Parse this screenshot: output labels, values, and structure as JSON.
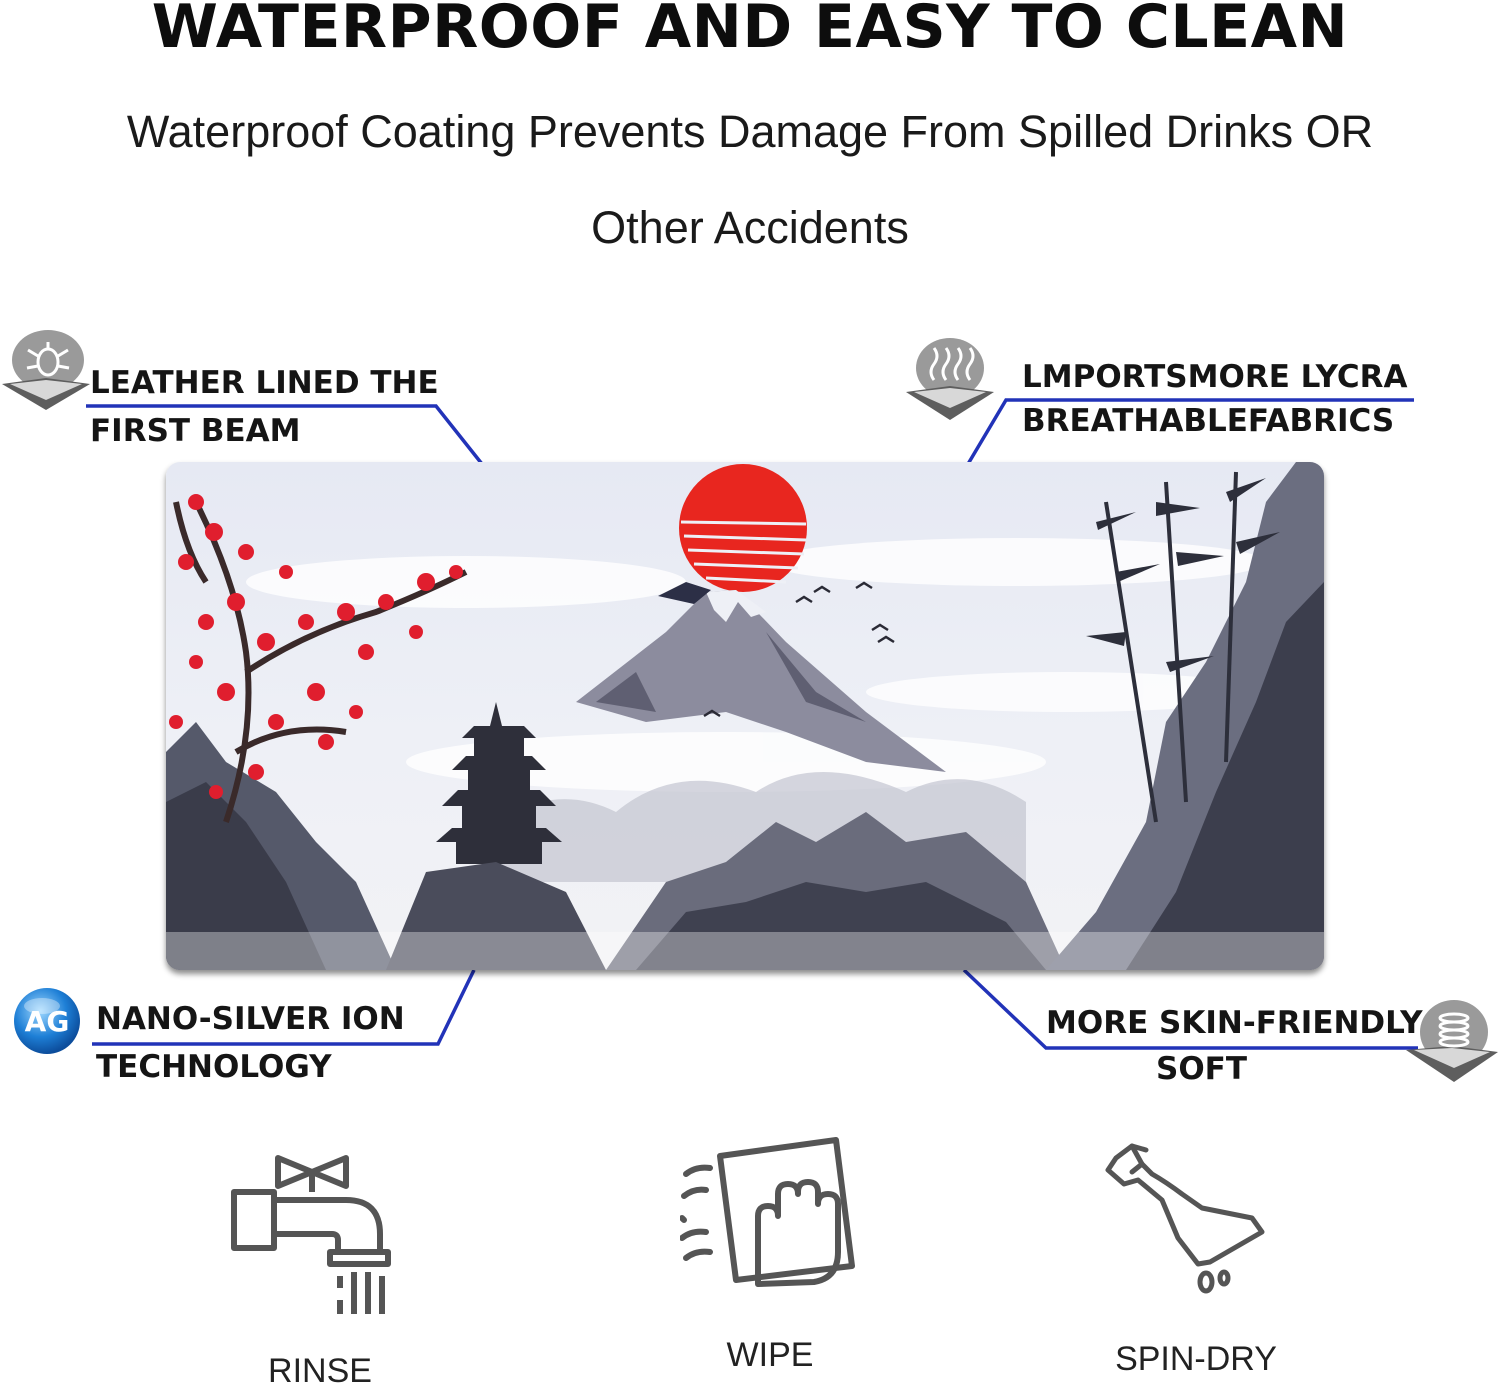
{
  "header": {
    "title": "WATERPROOF AND EASY TO CLEAN",
    "subtitle_line1": "Waterproof Coating Prevents Damage From Spilled Drinks OR",
    "subtitle_line2": "Other Accidents"
  },
  "callouts": {
    "top_left": {
      "line1": "LEATHER LINED THE",
      "line2": "FIRST BEAM",
      "icon": "bug-shield-icon"
    },
    "top_right": {
      "line1": "LMPORTSMORE LYCRA",
      "line2": "BREATHABLEFABRICS",
      "icon": "heat-waves-icon"
    },
    "bottom_left": {
      "line1": "NANO-SILVER ION",
      "line2": "TECHNOLOGY",
      "icon": "silver-ion-icon",
      "badge_text": "AG"
    },
    "bottom_right": {
      "line1": "MORE SKIN-FRIENDLY",
      "line2": "SOFT",
      "icon": "spring-icon"
    }
  },
  "steps": [
    {
      "label": "RINSE",
      "icon": "faucet-icon"
    },
    {
      "label": "WIPE",
      "icon": "wipe-cloth-icon"
    },
    {
      "label": "SPIN-DRY",
      "icon": "wrung-cloth-icon"
    }
  ],
  "colors": {
    "connector_line": "#2233b8",
    "sun": "#e8261f",
    "blossom": "#e01e2e",
    "ink": "#3a3a48",
    "badge_gray": "#7d7d7d",
    "badge_blue": "#1e7fd6"
  }
}
